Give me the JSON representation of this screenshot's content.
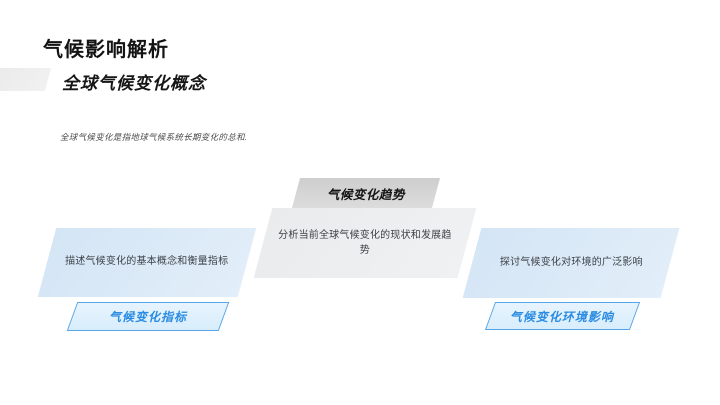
{
  "slide": {
    "title": "气候影响解析",
    "subtitle": "全球气候变化概念",
    "intro": "全球气候变化是指地球气候系统长期变化的总和.",
    "flow": {
      "center": {
        "header": "气候变化趋势",
        "body": "分析当前全球气候变化的现状和发展趋势"
      },
      "left": {
        "body": "描述气候变化的基本概念和衡量指标",
        "label": "气候变化指标"
      },
      "right": {
        "body": "探讨气候变化对环境的广泛影响",
        "label": "气候变化环境影响"
      }
    },
    "colors": {
      "label_text_blue": "#2b8ce2",
      "label_border_blue": "#55a5e8",
      "label_fill_blue": "#ddeffc",
      "content_box_blue": "#d9e8f7",
      "content_box_gray": "#edeff1",
      "header_gray": "#d4d4d4",
      "accent_bar_gray": "#ededed",
      "body_text": "#3d4146",
      "title_text": "#141414"
    }
  }
}
